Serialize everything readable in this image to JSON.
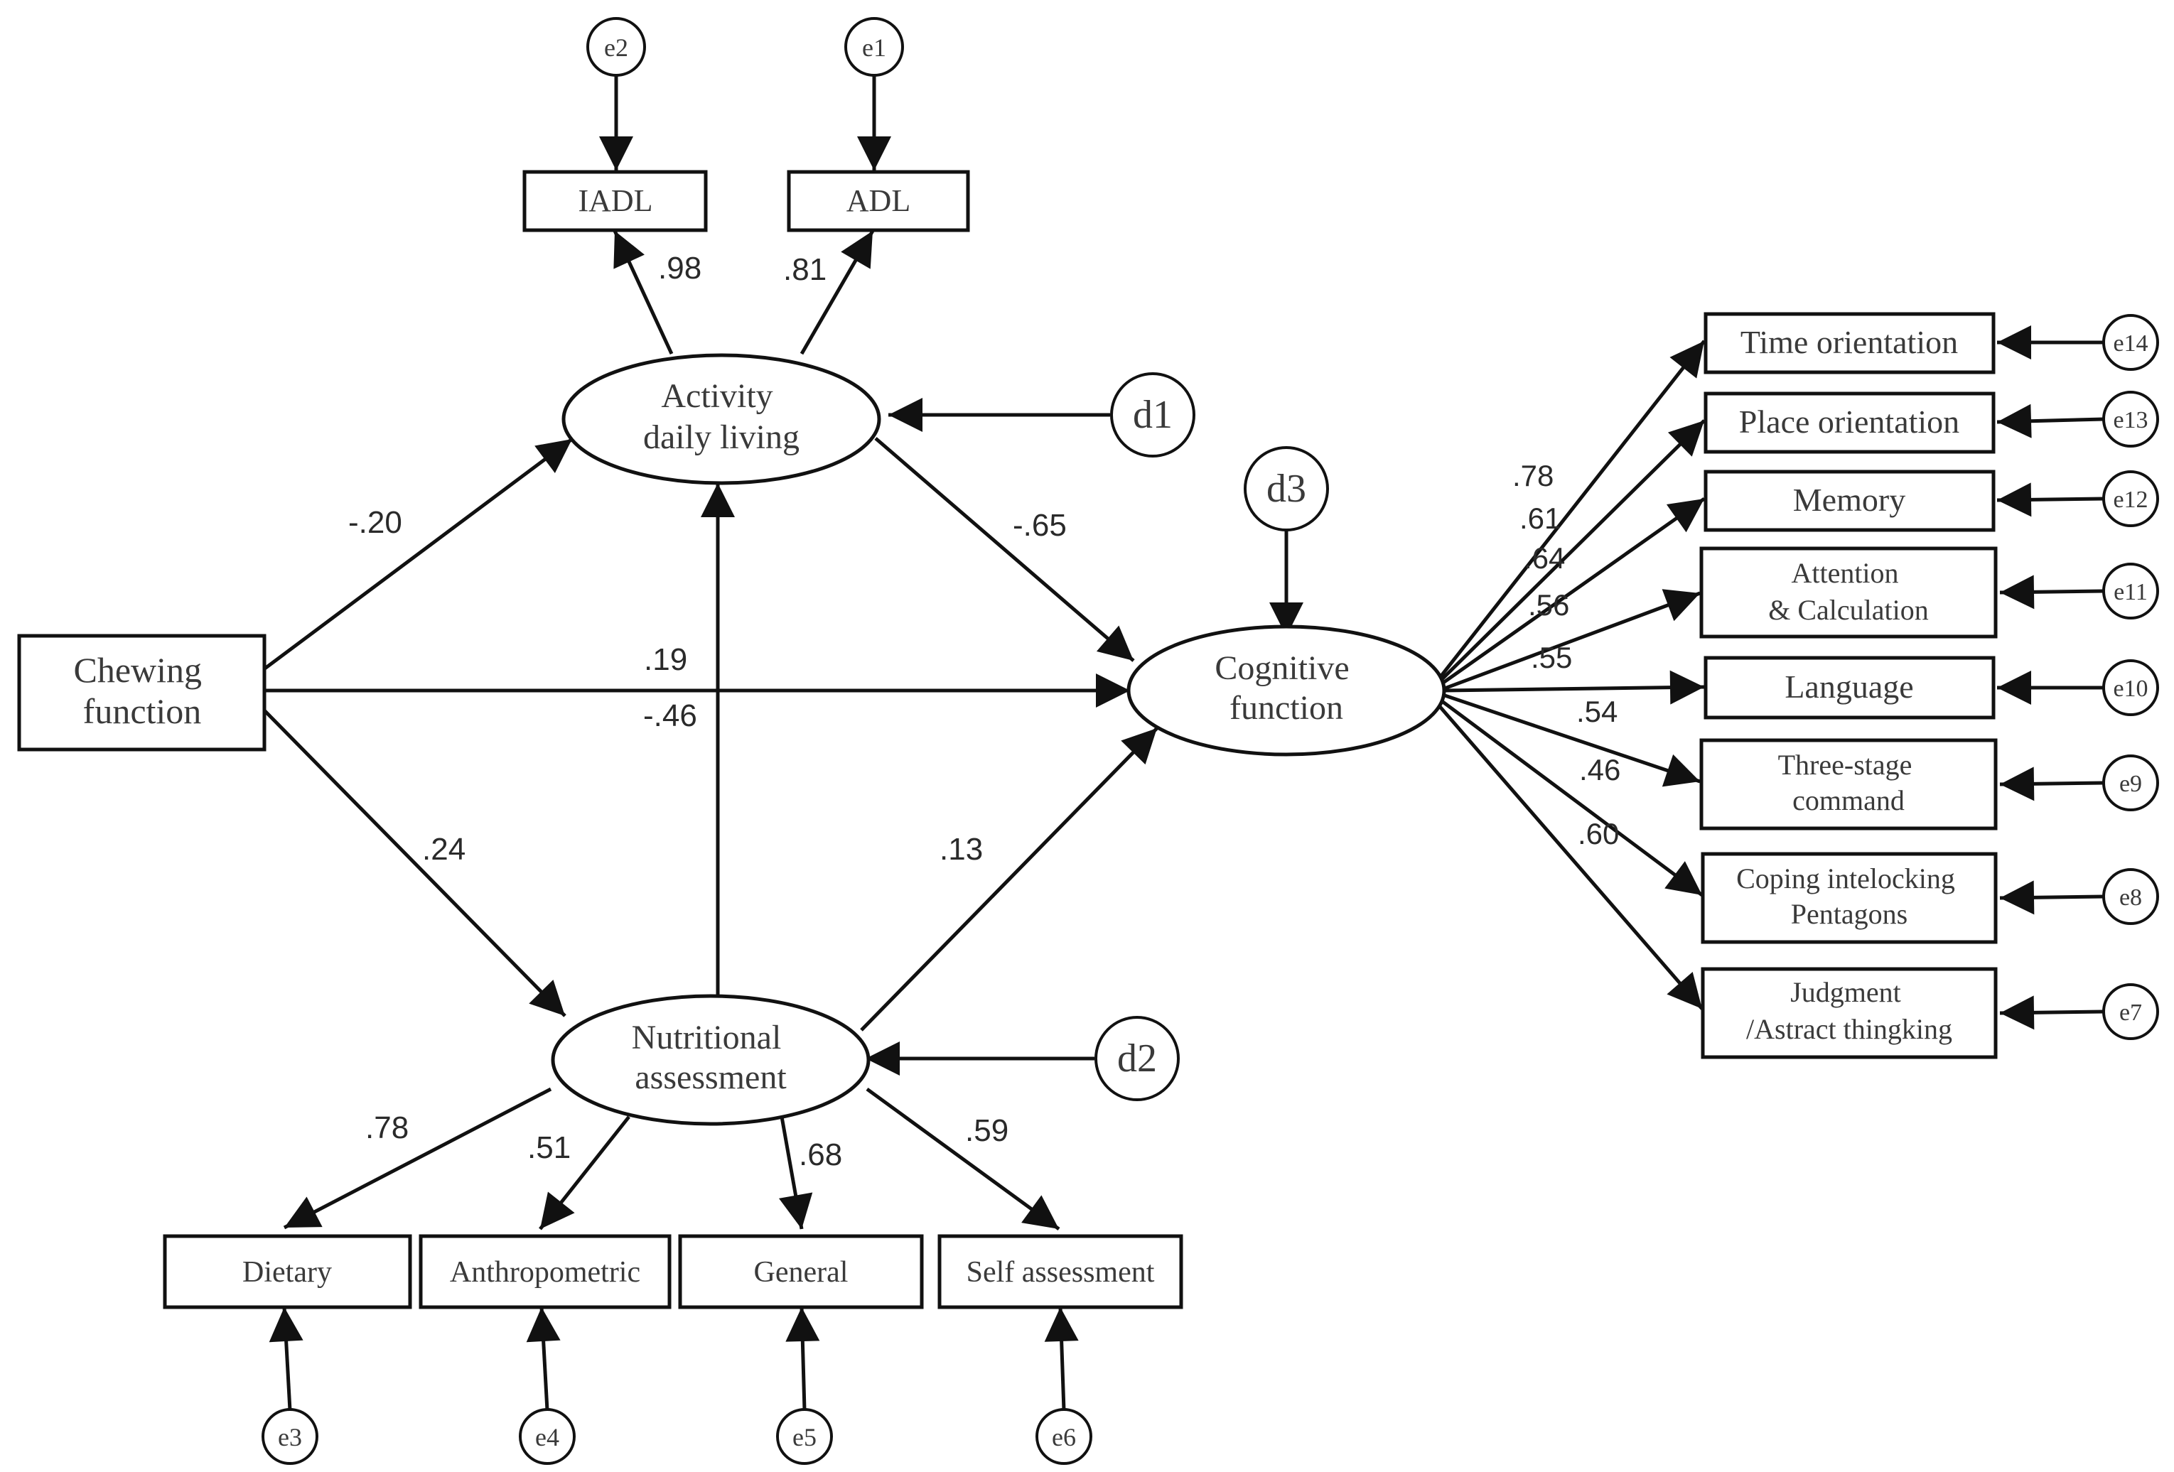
{
  "nodes": {
    "iadl": {
      "label": "IADL"
    },
    "adl": {
      "label": "ADL"
    },
    "adl_latent": {
      "lines": [
        "Activity",
        "daily living"
      ]
    },
    "chewing": {
      "lines": [
        "Chewing",
        "function"
      ]
    },
    "cognitive": {
      "lines": [
        "Cognitive",
        "function"
      ]
    },
    "nutritional": {
      "lines": [
        "Nutritional",
        "assessment"
      ]
    },
    "dietary": {
      "label": "Dietary"
    },
    "anthropometric": {
      "label": "Anthropometric"
    },
    "general": {
      "label": "General"
    },
    "self_assessment": {
      "label": "Self assessment"
    },
    "time_orientation": {
      "lines": [
        "Time orientation"
      ]
    },
    "place_orientation": {
      "lines": [
        "Place orientation"
      ]
    },
    "memory": {
      "lines": [
        "Memory"
      ]
    },
    "attention": {
      "lines": [
        "Attention",
        "& Calculation"
      ]
    },
    "language": {
      "lines": [
        "Language"
      ]
    },
    "three_stage": {
      "lines": [
        "Three-stage",
        "command"
      ]
    },
    "coping": {
      "lines": [
        "Coping intelocking",
        "Pentagons"
      ]
    },
    "judgment": {
      "lines": [
        "Judgment",
        "/Astract thingking"
      ]
    }
  },
  "errors": {
    "e1": "e1",
    "e2": "e2",
    "e3": "e3",
    "e4": "e4",
    "e5": "e5",
    "e6": "e6",
    "e7": "e7",
    "e8": "e8",
    "e9": "e9",
    "e10": "e10",
    "e11": "e11",
    "e12": "e12",
    "e13": "e13",
    "e14": "e14"
  },
  "disturbances": {
    "d1": "d1",
    "d2": "d2",
    "d3": "d3"
  },
  "coefficients": {
    "iadl": ".98",
    "adl": ".81",
    "chew_to_adl": "-.20",
    "adl_to_cog": "-.65",
    "chew_to_cog": ".19",
    "nut_to_adl": "-.46",
    "chew_to_nut": ".24",
    "nut_to_cog": ".13",
    "dietary": ".78",
    "anthropometric": ".51",
    "general": ".68",
    "self_assessment": ".59",
    "time_orientation": ".78",
    "place_orientation": ".61",
    "memory": ".64",
    "attention": ".56",
    "language": ".55",
    "three_stage": ".54",
    "coping": ".46",
    "judgment": ".60"
  }
}
